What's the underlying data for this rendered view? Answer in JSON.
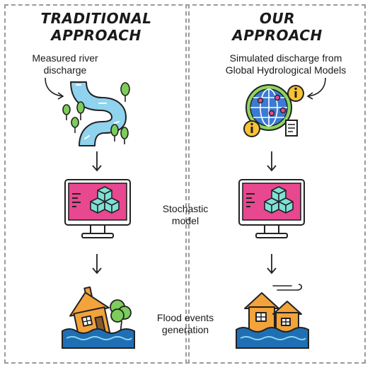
{
  "left": {
    "title_line1": "TRADITIONAL",
    "title_line2": "APPROACH",
    "input_label_line1": "Measured river",
    "input_label_line2": "discharge"
  },
  "right": {
    "title_line1": "OUR",
    "title_line2": "APPROACH",
    "input_label_line1": "Simulated discharge from",
    "input_label_line2": "Global Hydrological Models"
  },
  "center": {
    "model_label_line1": "Stochastic",
    "model_label_line2": "model",
    "output_label_line1": "Flood events",
    "output_label_line2": "generation"
  },
  "colors": {
    "monitor_pink": "#e8488f",
    "cube_teal": "#7fe0d6",
    "river_blue": "#8fd3ee",
    "tree_green": "#7ccd5b",
    "house_orange": "#f2a33a",
    "water_blue": "#1f6fb5",
    "globe_green": "#8ed65f",
    "info_yellow": "#f7c233",
    "frame_dash": "#9a9a9a"
  },
  "icons": [
    "river-icon",
    "globe-info-icon",
    "monitor-cubes-icon",
    "flooded-house-icon",
    "down-arrow-icon",
    "curved-arrow-icon"
  ]
}
